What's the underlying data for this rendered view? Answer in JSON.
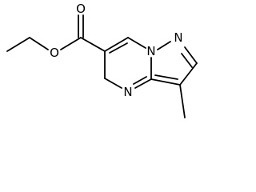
{
  "molecule": {
    "atoms": {
      "ester_oxygen": "O",
      "carbonyl_oxygen": "O",
      "bridgehead_nitrogen": "N",
      "pyrazole_nitrogen": "N",
      "pyrimidine_nitrogen": "N"
    }
  }
}
